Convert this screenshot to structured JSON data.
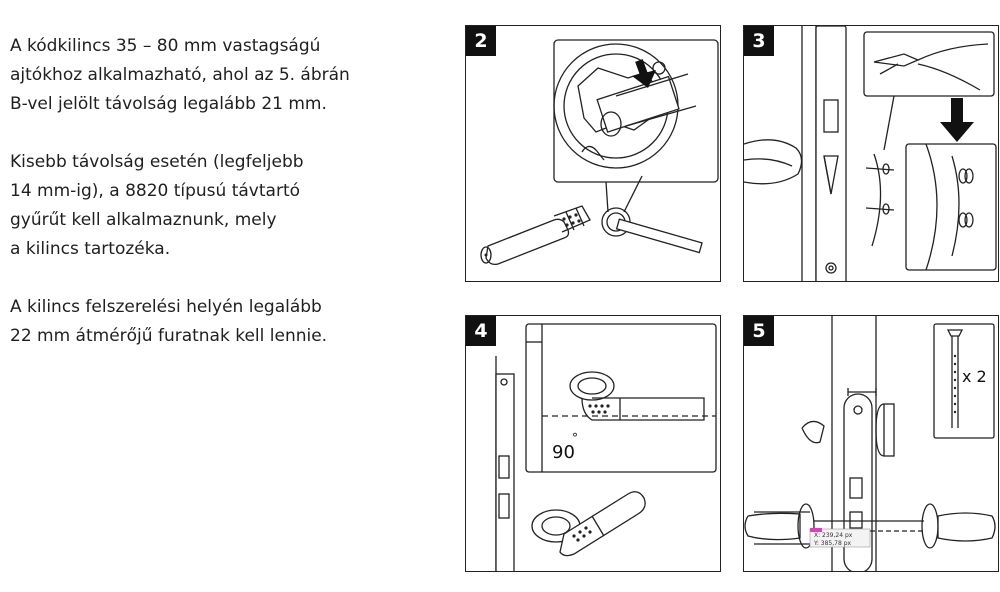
{
  "paragraphs": [
    [
      "A kódkilincs 35 – 80 mm vastagságú",
      "ajtókhoz alkalmazható, ahol az 5. ábrán",
      "B-vel jelölt távolság legalább 21 mm."
    ],
    [
      "Kisebb távolság esetén (legfeljebb",
      "14 mm-ig), a 8820 típusú távtartó",
      "gyűrűt kell alkalmaznunk, mely",
      "a kilincs tartozéka."
    ],
    [
      "A kilincs felszerelési helyén legalább",
      "22 mm átmérőjű furatnak kell lennie."
    ]
  ],
  "figures": {
    "fig2": {
      "number": "2"
    },
    "fig3": {
      "number": "3"
    },
    "fig4": {
      "number": "4",
      "angle_label": "90",
      "degree_symbol": "°"
    },
    "fig5": {
      "number": "5",
      "quantity_label": "x 2",
      "coord_x": "X: 239,24 px",
      "coord_y": "Y: 385,78 px"
    }
  }
}
